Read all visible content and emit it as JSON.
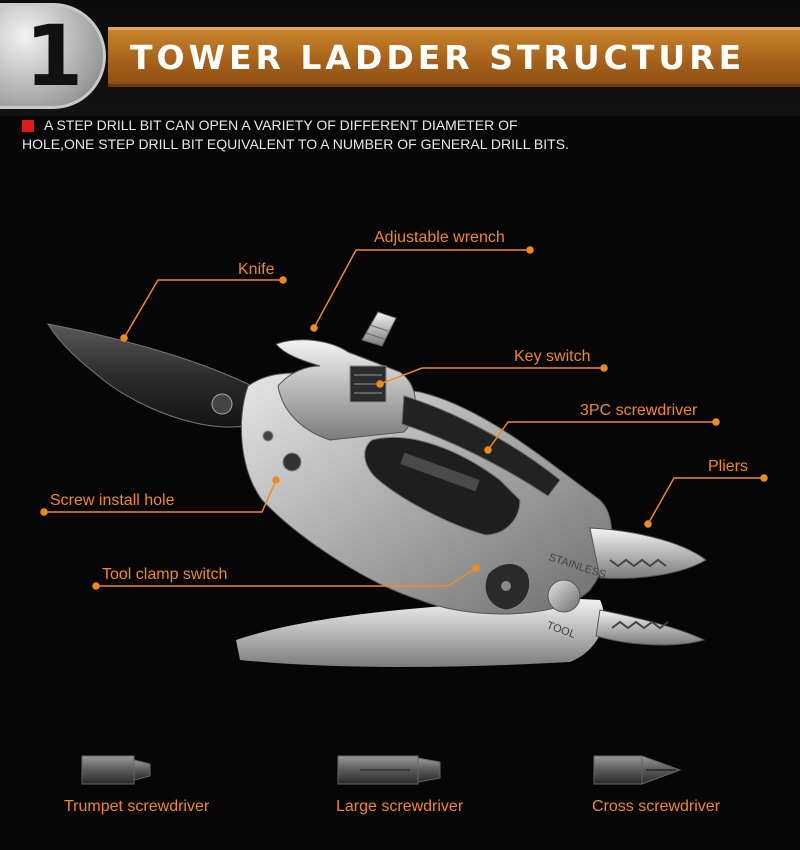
{
  "header": {
    "number": "1",
    "title": "TOWER LADDER STRUCTURE"
  },
  "description": {
    "line1": "A STEP DRILL BIT CAN OPEN A VARIETY OF DIFFERENT DIAMETER OF",
    "line2": "HOLE,ONE STEP DRILL BIT EQUIVALENT TO A NUMBER OF GENERAL DRILL BITS."
  },
  "callouts": {
    "knife": "Knife",
    "adjustable_wrench": "Adjustable wrench",
    "key_switch": "Key switch",
    "screwdriver_3pc": "3PC screwdriver",
    "pliers": "Pliers",
    "screw_install_hole": "Screw install hole",
    "tool_clamp_switch": "Tool clamp switch"
  },
  "tool_engraving": {
    "upper": "STAINLESS",
    "lower": "TOOL"
  },
  "bits": {
    "trumpet": "Trumpet screwdriver",
    "large": "Large screwdriver",
    "cross": "Cross screwdriver"
  },
  "colors": {
    "accent_orange": "#f08a1e",
    "banner_bronze": "#a8621a",
    "bullet_red": "#e11a1a",
    "background": "#060606"
  }
}
